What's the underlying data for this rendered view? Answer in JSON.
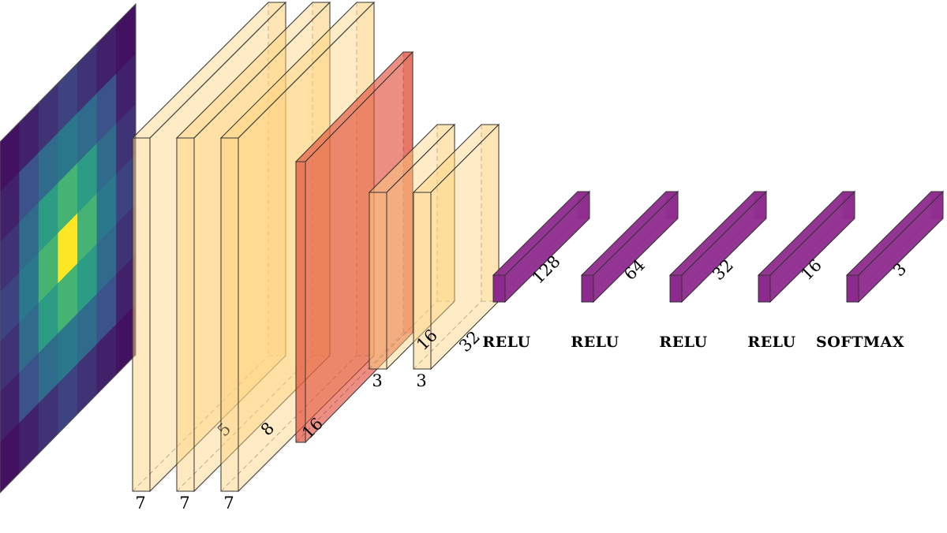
{
  "colors": {
    "conv_fill": "#ffd27f",
    "pool_fill": "#e04a35",
    "dense_fill": "#8e2a8e",
    "edge": "#333333"
  },
  "input_heatmap": {
    "colormap": "viridis",
    "grid": [
      [
        0.05,
        0.1,
        0.15,
        0.2,
        0.15,
        0.1,
        0.05
      ],
      [
        0.1,
        0.25,
        0.35,
        0.4,
        0.35,
        0.25,
        0.1
      ],
      [
        0.15,
        0.35,
        0.55,
        0.65,
        0.55,
        0.35,
        0.15
      ],
      [
        0.2,
        0.4,
        0.65,
        1.0,
        0.65,
        0.4,
        0.2
      ],
      [
        0.15,
        0.35,
        0.55,
        0.65,
        0.55,
        0.35,
        0.15
      ],
      [
        0.1,
        0.25,
        0.35,
        0.4,
        0.35,
        0.25,
        0.1
      ],
      [
        0.05,
        0.1,
        0.15,
        0.2,
        0.15,
        0.1,
        0.05
      ]
    ]
  },
  "layers": [
    {
      "kind": "conv",
      "height_label": "7",
      "depth_label": ""
    },
    {
      "kind": "conv",
      "height_label": "7",
      "depth_label": "5"
    },
    {
      "kind": "conv",
      "height_label": "7",
      "depth_label": "8"
    },
    {
      "kind": "pool",
      "height_label": "",
      "depth_label": "16"
    },
    {
      "kind": "conv",
      "height_label": "3",
      "depth_label": ""
    },
    {
      "kind": "conv",
      "height_label": "3",
      "depth_label": "16"
    },
    {
      "kind": "conv",
      "height_label": "",
      "depth_label": "32"
    }
  ],
  "dense_layers": [
    {
      "units": "128",
      "activation": "RELU"
    },
    {
      "units": "64",
      "activation": "RELU"
    },
    {
      "units": "32",
      "activation": "RELU"
    },
    {
      "units": "16",
      "activation": "RELU"
    },
    {
      "units": "3",
      "activation": "SOFTMAX"
    }
  ]
}
